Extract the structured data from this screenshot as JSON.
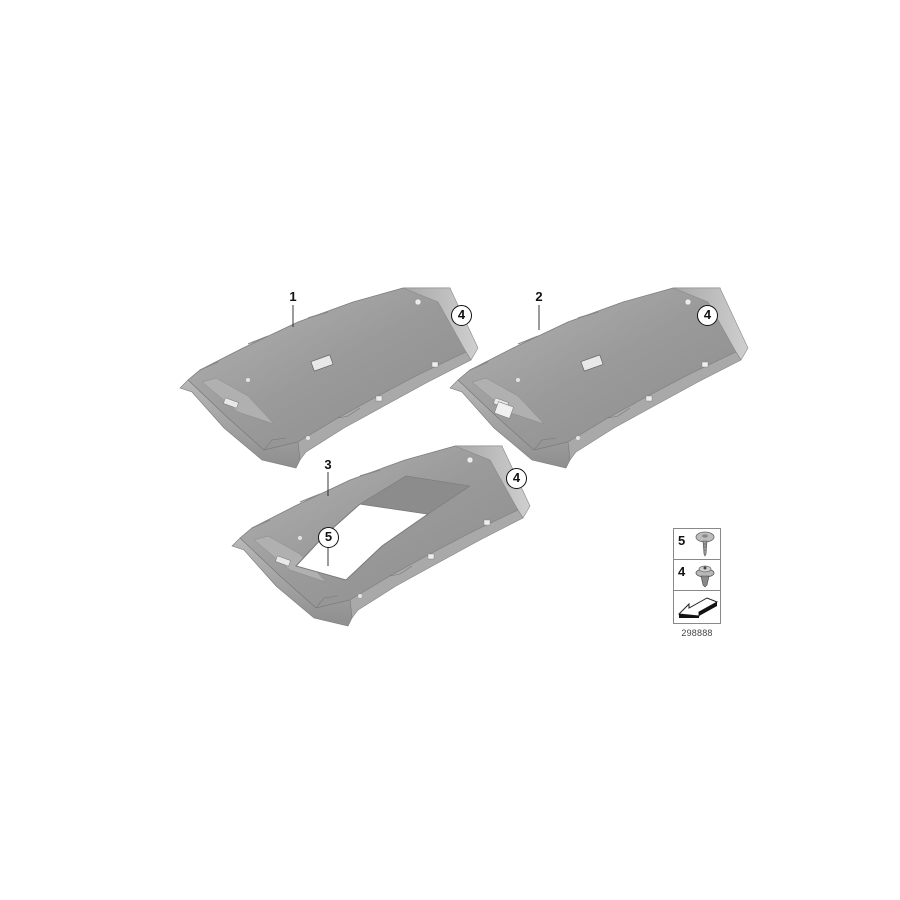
{
  "diagram": {
    "type": "exploded parts diagram",
    "subject": "Roof headliner variants with fasteners",
    "colors": {
      "panel_fill": "#9a9a9a",
      "panel_light": "#c4c4c4",
      "panel_dark": "#7a7a7a",
      "label_text": "#111111",
      "frame_border": "#888888"
    }
  },
  "parts": [
    {
      "number": "1",
      "description": "Headliner (without sunroof, variant 1)"
    },
    {
      "number": "2",
      "description": "Headliner (without sunroof, variant 2)"
    },
    {
      "number": "3",
      "description": "Headliner (with sunroof opening)"
    }
  ],
  "callouts": [
    {
      "number": "4",
      "target": "part-1"
    },
    {
      "number": "4",
      "target": "part-2"
    },
    {
      "number": "4",
      "target": "part-3"
    },
    {
      "number": "5",
      "target": "part-3-sunroof-frame"
    }
  ],
  "legend": {
    "items": [
      {
        "number": "5",
        "icon": "screw-rivet-icon"
      },
      {
        "number": "4",
        "icon": "expanding-clip-icon"
      },
      {
        "number": "",
        "icon": "direction-arrow-icon"
      }
    ]
  },
  "diagram_id": "298888"
}
